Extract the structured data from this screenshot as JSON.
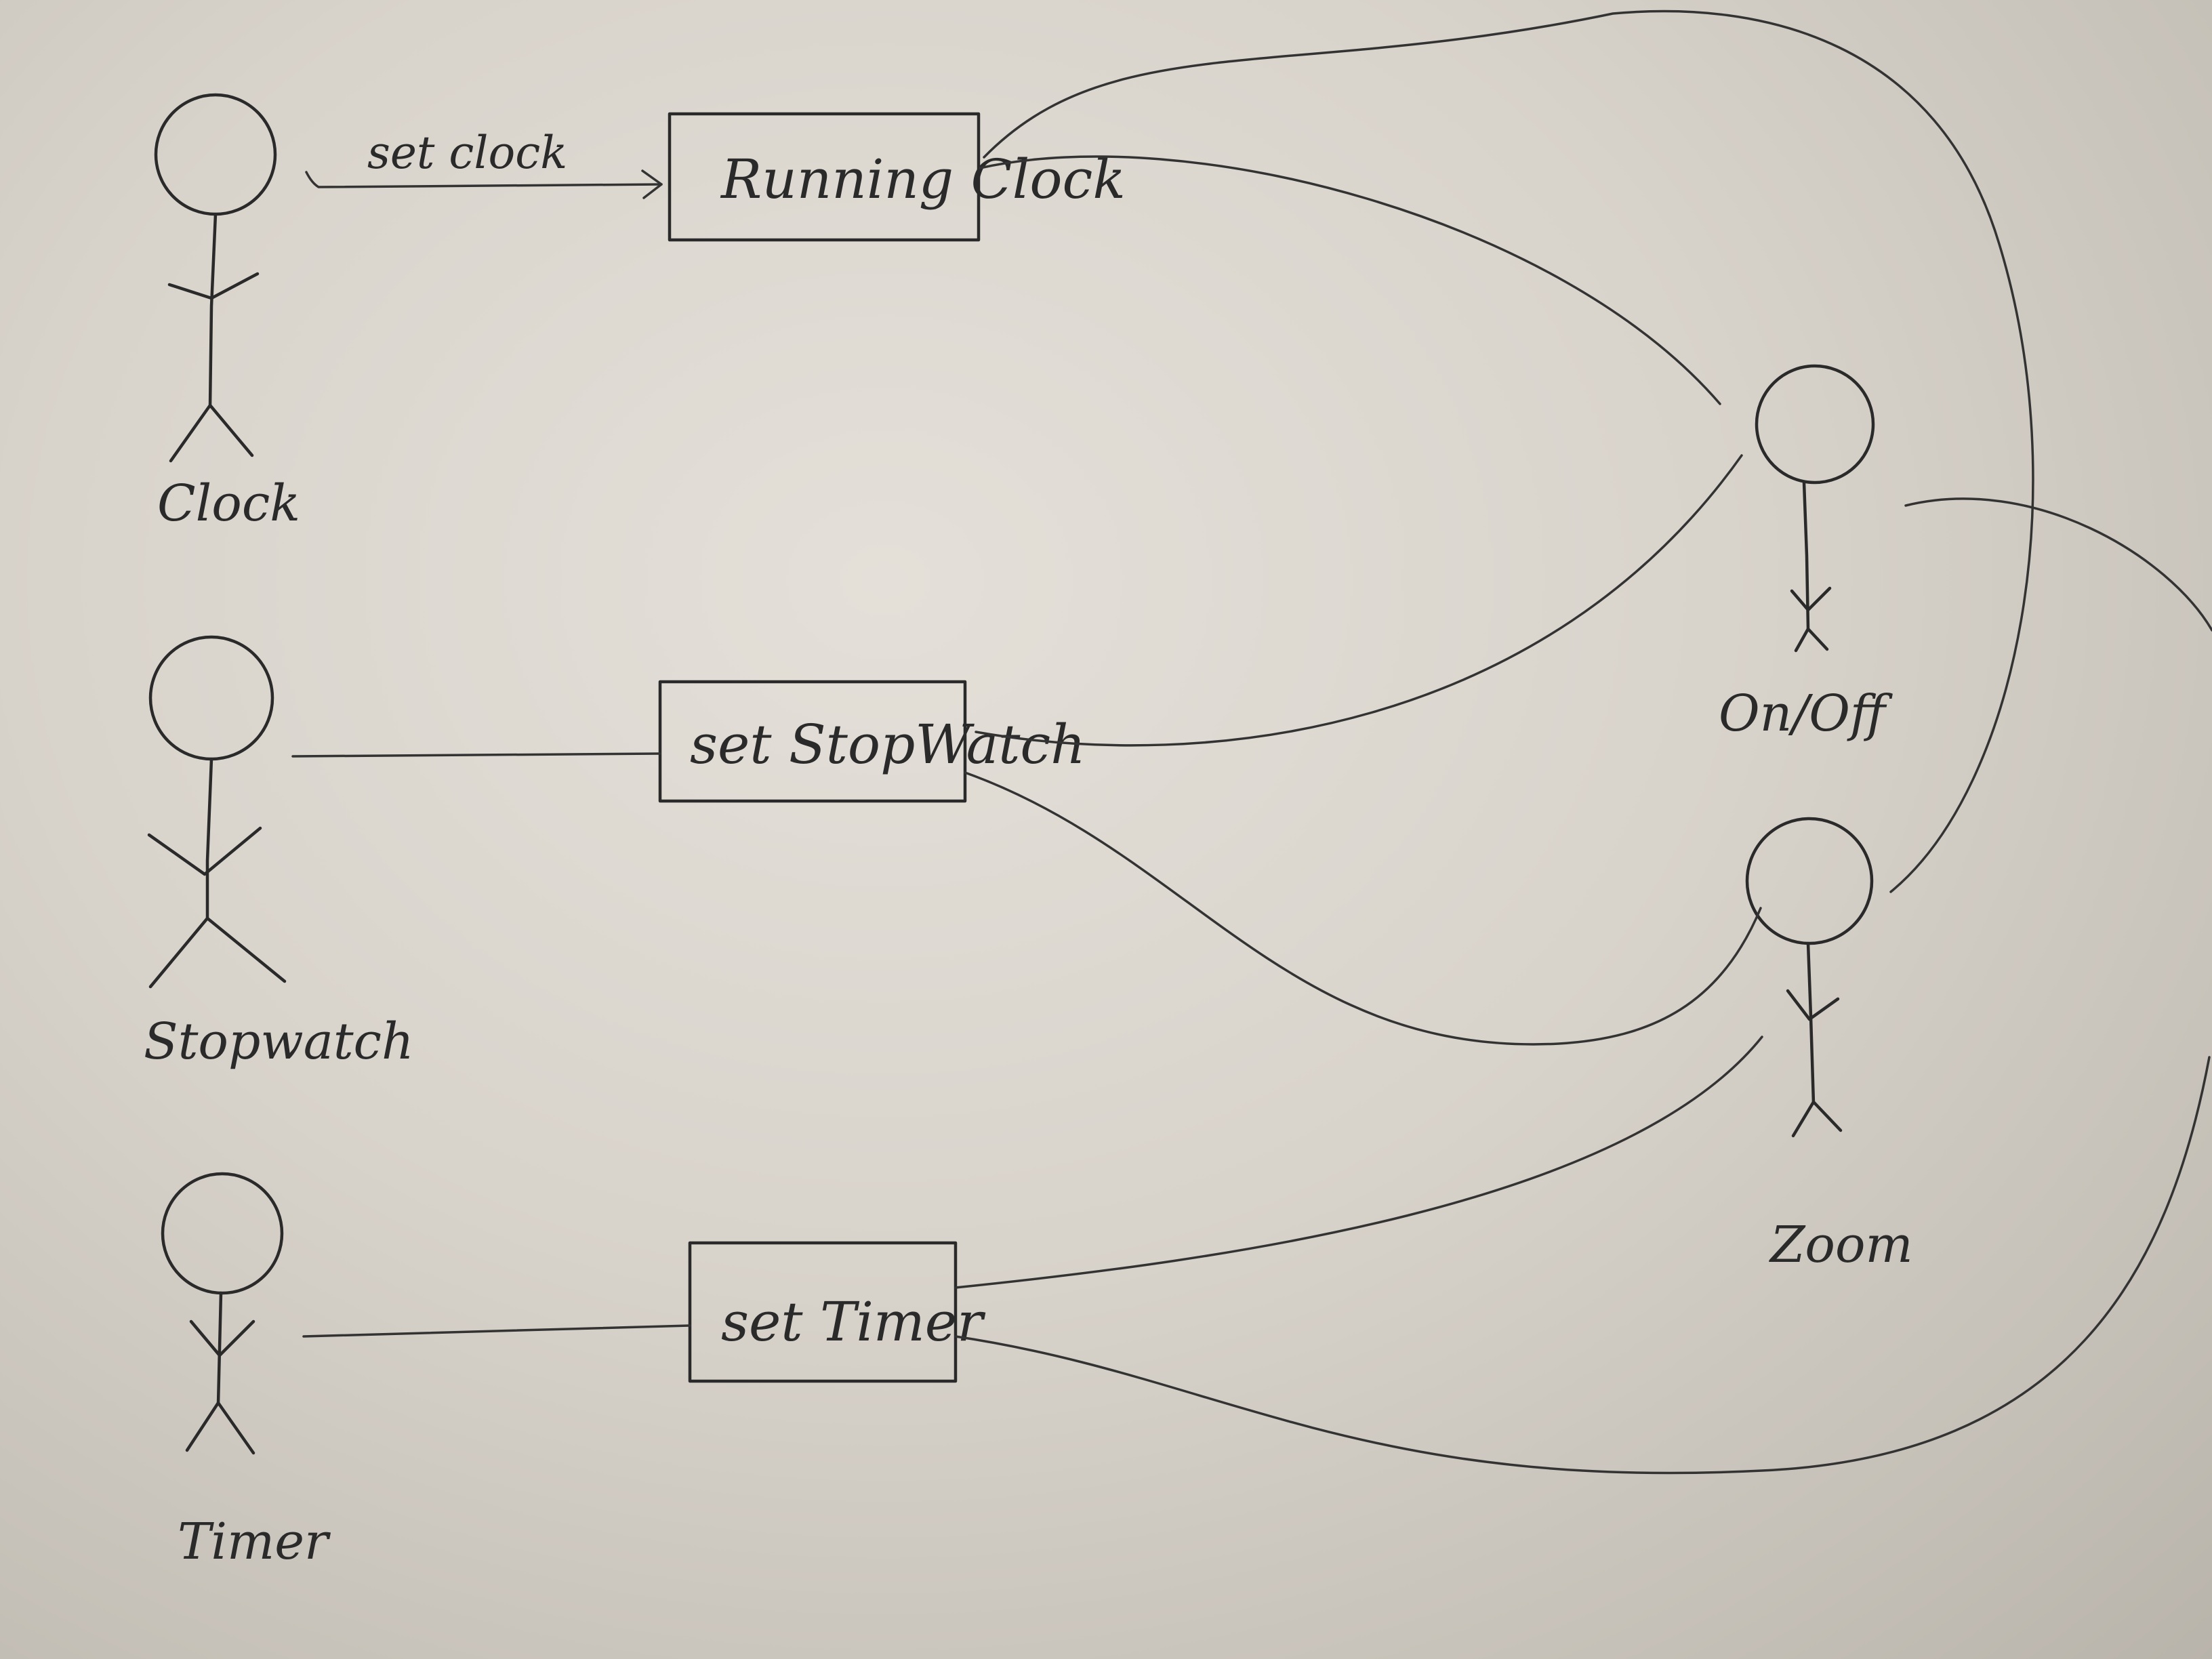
{
  "actors": {
    "clock": "Clock",
    "stopwatch": "Stopwatch",
    "timer": "Timer",
    "onoff": "On/Off",
    "zoom": "Zoom"
  },
  "use_cases": {
    "running_clock": "Running Clock",
    "set_stopwatch": "set StopWatch",
    "set_timer": "set Timer"
  },
  "edges": {
    "set_clock": "set clock"
  }
}
